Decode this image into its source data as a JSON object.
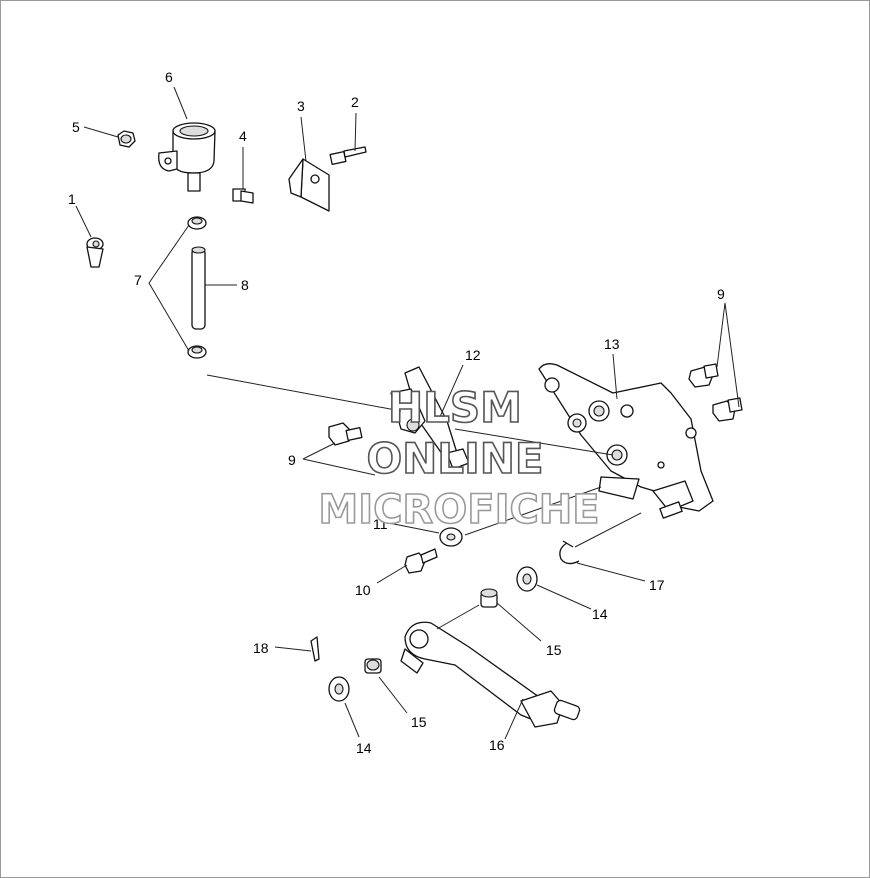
{
  "diagram": {
    "callouts": {
      "c1": "1",
      "c2": "2",
      "c3": "3",
      "c4": "4",
      "c5": "5",
      "c6": "6",
      "c7": "7",
      "c8": "8",
      "c9a": "9",
      "c9b": "9",
      "c10": "10",
      "c11": "11",
      "c12": "12",
      "c13": "13",
      "c14a": "14",
      "c14b": "14",
      "c15a": "15",
      "c15b": "15",
      "c16": "16",
      "c17": "17",
      "c18": "18"
    }
  },
  "watermark": {
    "line1": "HLSM",
    "line2": "ONLINE",
    "line3": "MICROFICHE",
    "color": "#888888"
  }
}
